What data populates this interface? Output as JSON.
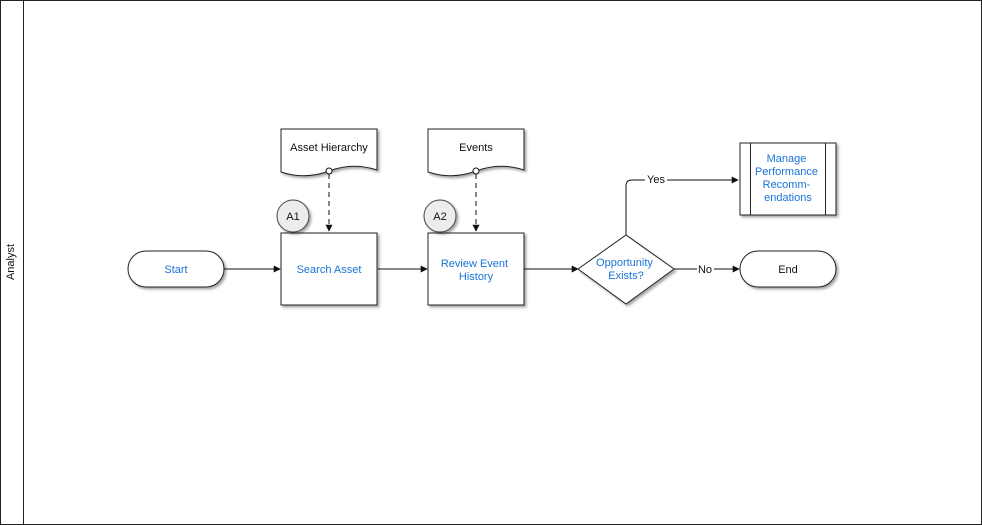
{
  "diagram": {
    "lane": {
      "label": "Analyst"
    },
    "nodes": {
      "start": "Start",
      "search_asset": "Search Asset",
      "review_event_history": [
        "Review Event",
        "History"
      ],
      "decision": [
        "Opportunity",
        "Exists?"
      ],
      "manage": [
        "Manage",
        "Performance",
        "Recomm-",
        "endations"
      ],
      "end": "End",
      "doc_asset_hierarchy": "Asset Hierarchy",
      "doc_events": "Events",
      "step_a1": "A1",
      "step_a2": "A2"
    },
    "edges": {
      "yes_label": "Yes",
      "no_label": "No"
    },
    "colors": {
      "link_text": "#1a73d9",
      "plain_text": "#111111",
      "stroke": "#222222",
      "step_circle_fill": "#ececec"
    }
  }
}
